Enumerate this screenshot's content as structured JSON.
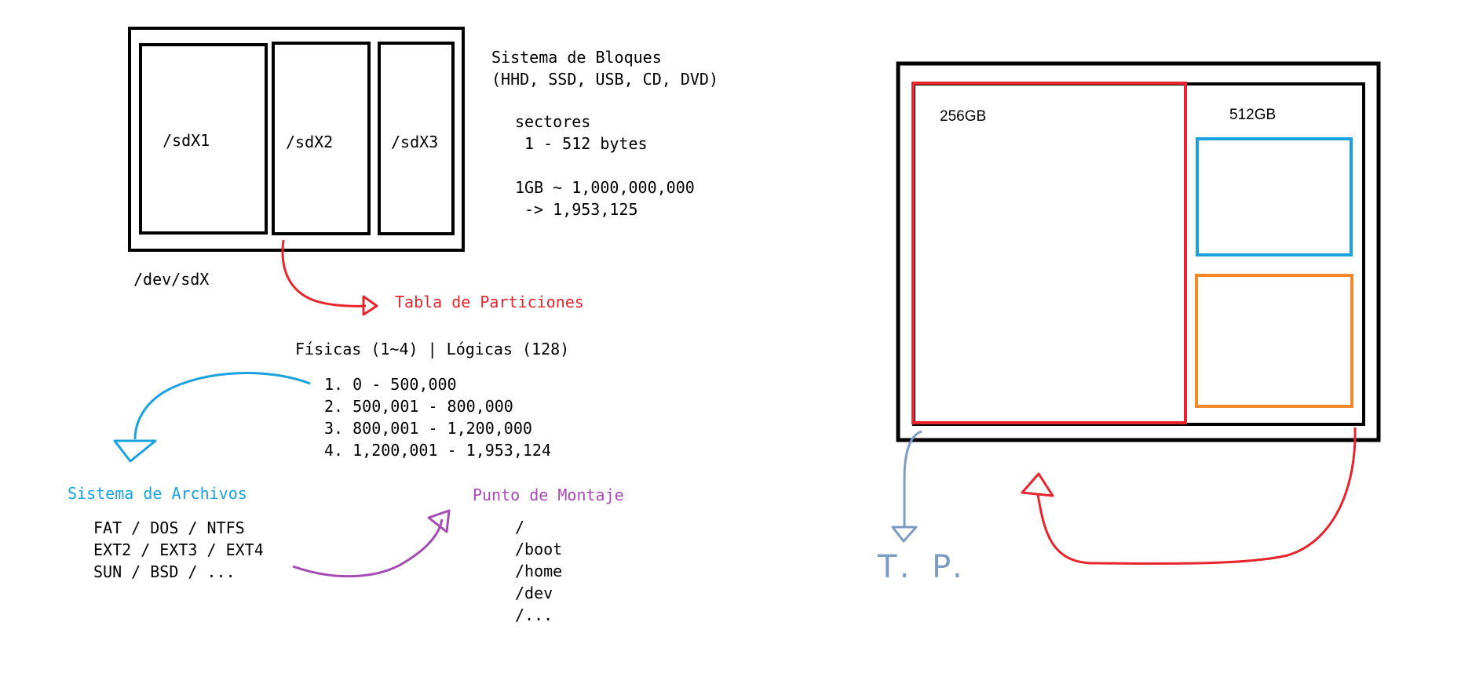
{
  "colors": {
    "ink": "#000000",
    "red": "#e8242d",
    "blue": "#1aa1e0",
    "purple": "#a54bb4",
    "orange": "#f5882a",
    "steel": "#7d9cc4"
  },
  "disk": {
    "partitions": [
      "/sdX1",
      "/sdX2",
      "/sdX3"
    ],
    "device_label": "/dev/sdX"
  },
  "block_system": {
    "title": "Sistema de Bloques",
    "media": "(HHD, SSD, USB, CD, DVD)",
    "sectors_label": "sectores",
    "sector_size": "1 - 512 bytes",
    "gb_value": "1GB ~ 1,000,000,000",
    "sector_count": "-> 1,953,125"
  },
  "partition_table": {
    "title": "Tabla de Particiones",
    "types": "Físicas (1~4) | Lógicas (128)",
    "ranges": [
      "1. 0 - 500,000",
      "2. 500,001 - 800,000",
      "3. 800,001 - 1,200,000",
      "4. 1,200,001 - 1,953,124"
    ]
  },
  "file_system": {
    "title": "Sistema de Archivos",
    "items": [
      "FAT / DOS / NTFS",
      "EXT2 / EXT3 / EXT4",
      "SUN / BSD / ..."
    ]
  },
  "mount_point": {
    "title": "Punto de Montaje",
    "items": [
      "/",
      "/boot",
      "/home",
      "/dev",
      "/..."
    ]
  },
  "right_diagram": {
    "label_256": "256GB",
    "label_512": "512GB",
    "handwritten": "T. P."
  }
}
